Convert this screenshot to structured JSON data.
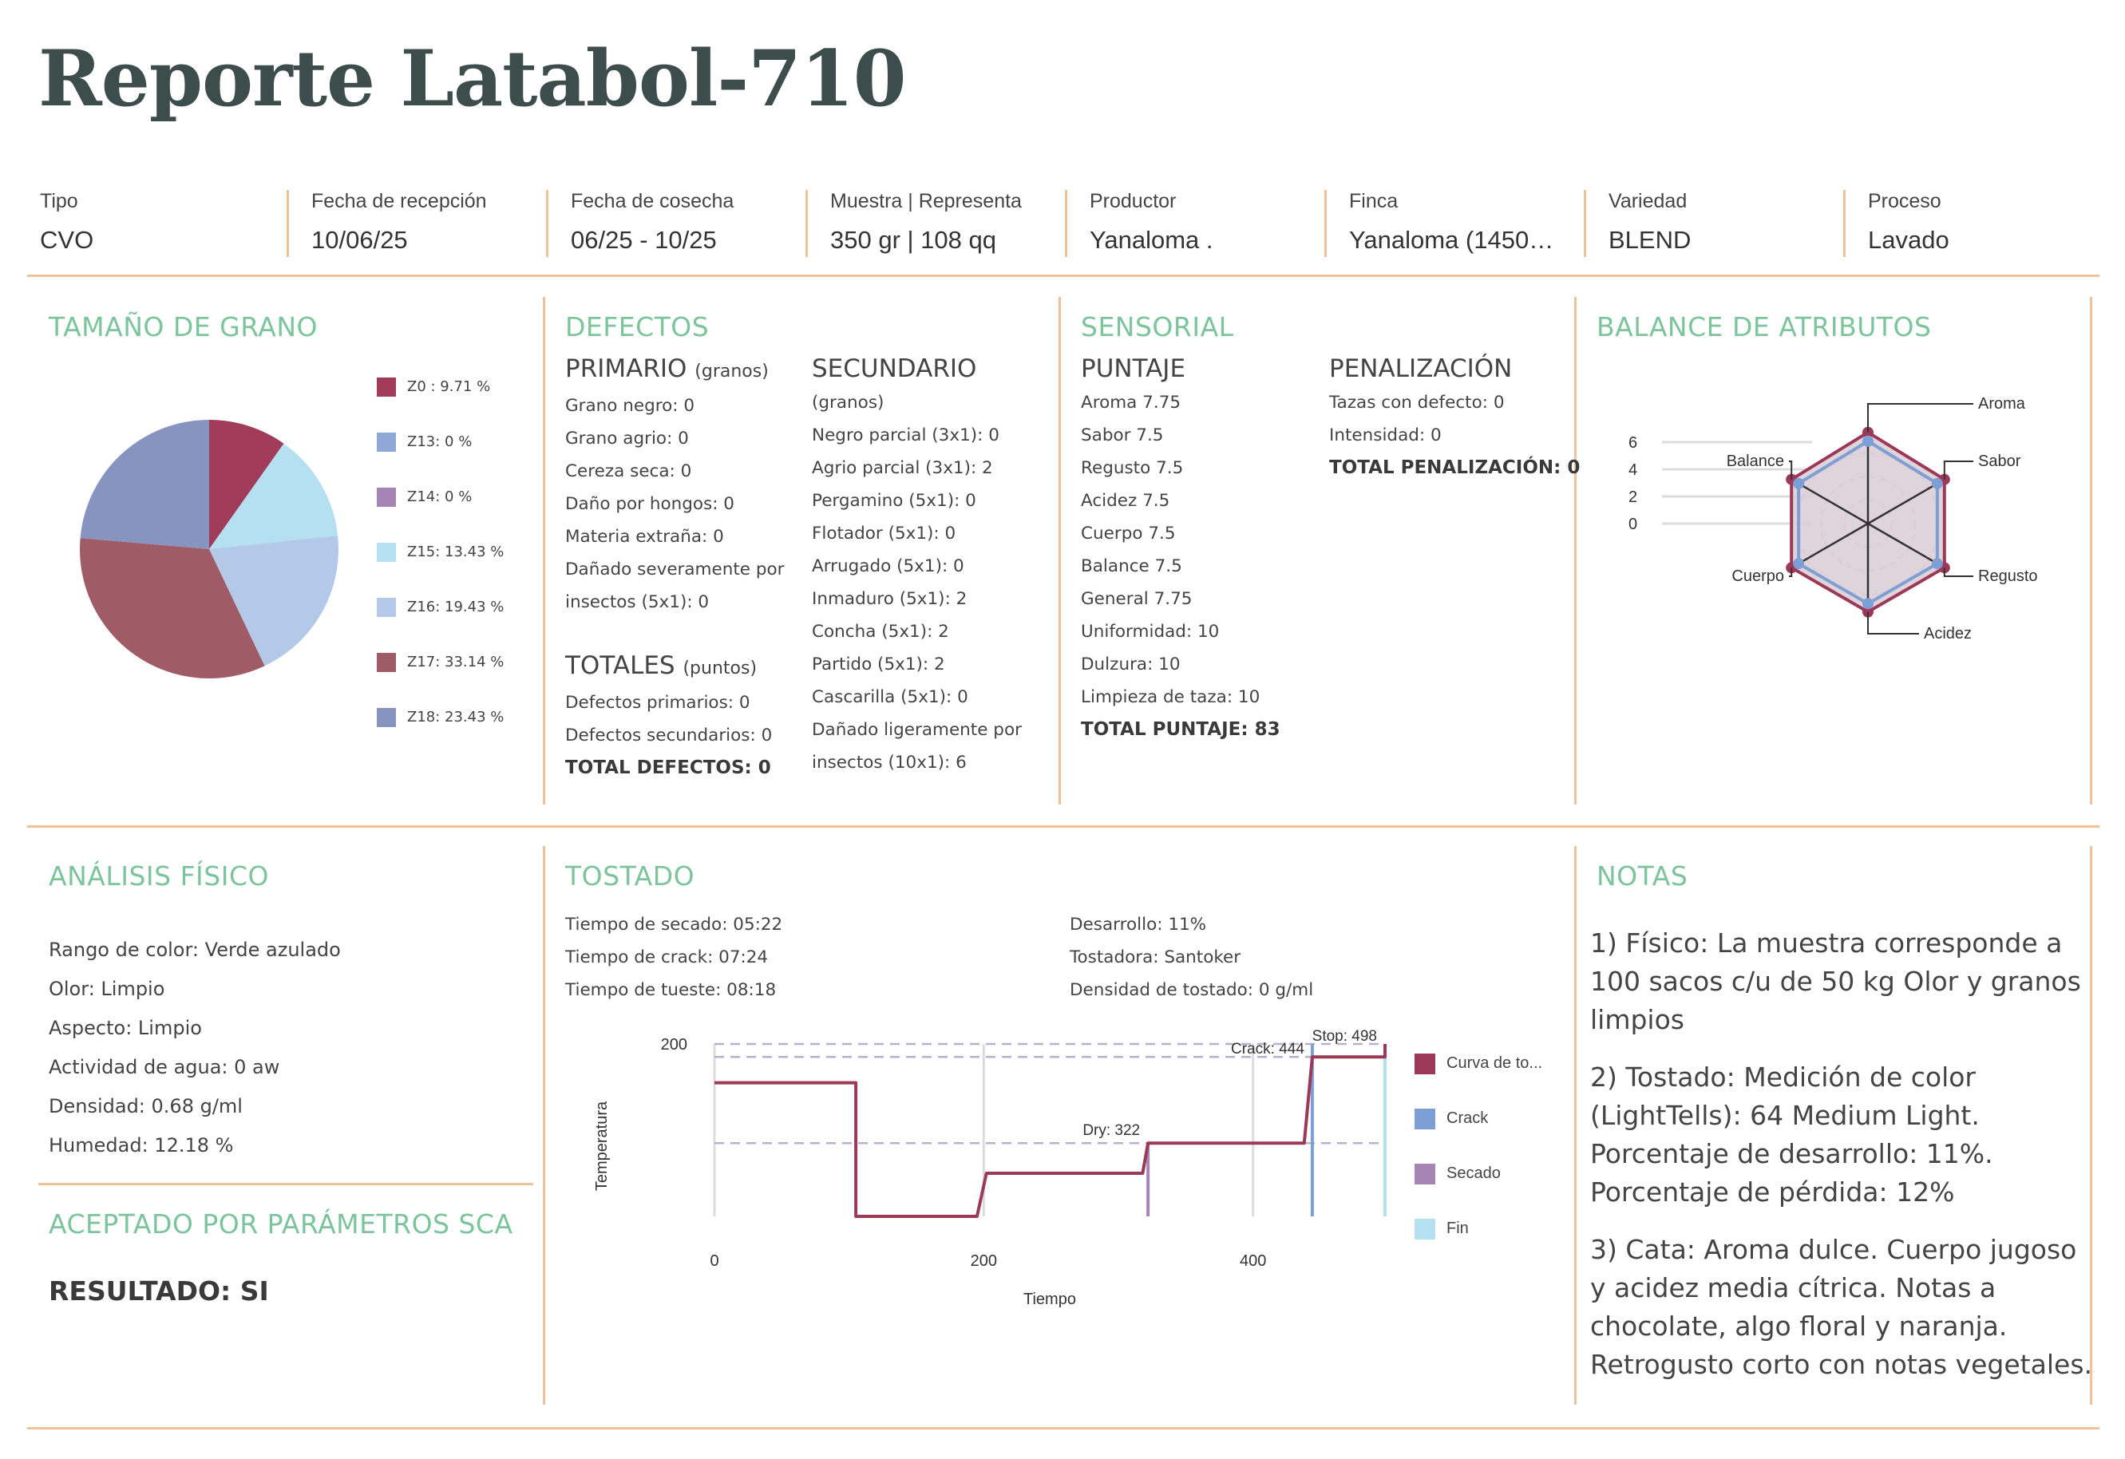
{
  "title": "Reporte Latabol-710",
  "info": [
    {
      "label": "Tipo",
      "value": "CVO"
    },
    {
      "label": "Fecha de recepción",
      "value": "10/06/25"
    },
    {
      "label": "Fecha de cosecha",
      "value": "06/25 - 10/25"
    },
    {
      "label": "Muestra | Representa",
      "value": "350 gr | 108 qq"
    },
    {
      "label": "Productor",
      "value": "Yanaloma ."
    },
    {
      "label": "Finca",
      "value": "Yanaloma (1450…"
    },
    {
      "label": "Variedad",
      "value": "BLEND"
    },
    {
      "label": "Proceso",
      "value": "Lavado"
    }
  ],
  "grain": {
    "title": "TAMAÑO  DE GRANO",
    "legend": [
      "Z0 : 9.71 %",
      "Z13: 0 %",
      "Z14: 0 %",
      "Z15: 13.43 %",
      "Z16: 19.43 %",
      "Z17: 33.14 %",
      "Z18: 23.43 %"
    ],
    "values": [
      9.71,
      0,
      0,
      13.43,
      19.43,
      33.14,
      23.43
    ],
    "colors": [
      "#a03c5a",
      "#8ea8d8",
      "#a684b4",
      "#b4e0f2",
      "#b4c8e8",
      "#a05c66",
      "#8894c0"
    ]
  },
  "defects": {
    "title": "DEFECTOS",
    "primary_title": "PRIMARIO",
    "primary_unit": "(granos)",
    "primary": [
      "Grano negro: 0",
      "Grano agrio: 0",
      "Cereza seca: 0",
      "Daño por hongos: 0",
      "Materia extraña: 0",
      "Dañado severamente por",
      "insectos (5x1): 0"
    ],
    "secondary_title": "SECUNDARIO",
    "secondary_unit": "(granos)",
    "secondary": [
      "Negro parcial (3x1): 0",
      "Agrio parcial (3x1): 2",
      "Pergamino (5x1): 0",
      "Flotador (5x1): 0",
      "Arrugado (5x1): 0",
      "Inmaduro (5x1): 2",
      "Concha (5x1): 2",
      "Partido (5x1): 2",
      "Cascarilla (5x1): 0",
      "Dañado ligeramente por",
      "insectos (10x1): 6"
    ],
    "totals_title": "TOTALES",
    "totals_unit": "(puntos)",
    "totals": [
      "Defectos primarios: 0",
      "Defectos secundarios: 0"
    ],
    "totals_bold": "TOTAL  DEFECTOS: 0"
  },
  "sensory": {
    "title": "SENSORIAL",
    "score_title": "PUNTAJE",
    "scores": [
      "Aroma 7.75",
      "Sabor 7.5",
      "Regusto 7.5",
      "Acidez 7.5",
      "Cuerpo 7.5",
      "Balance 7.5",
      "General 7.75",
      "Uniformidad: 10",
      "Dulzura: 10",
      "Limpieza de taza: 10"
    ],
    "score_total": "TOTAL  PUNTAJE: 83",
    "penalty_title": "PENALIZACIÓN",
    "penalties": [
      "Tazas con defecto: 0",
      "Intensidad: 0"
    ],
    "penalty_total": "TOTAL  PENALIZACIÓN: 0"
  },
  "balance": {
    "title": "BALANCE  DE ATRIBUTOS",
    "axes": [
      "Aroma",
      "Sabor",
      "Regusto",
      "Acidez",
      "Cuerpo",
      "Balance"
    ],
    "ticks": [
      "6",
      "4",
      "2",
      "0"
    ],
    "series_a": [
      7.75,
      7.5,
      7.5,
      7.5,
      7.5,
      7.5
    ],
    "series_b": [
      7.0,
      6.8,
      6.8,
      6.8,
      6.8,
      6.8
    ],
    "color_a": "#9c3858",
    "color_b": "#7e9ed6"
  },
  "physical": {
    "title": "ANÁLISIS  FÍSICO",
    "items": [
      "Rango de color: Verde azulado",
      "Olor:  Limpio",
      "Aspecto:  Limpio",
      "Actividad de agua: 0 aw",
      "Densidad: 0.68 g/ml",
      "Humedad: 12.18 %"
    ]
  },
  "sca": {
    "title": "ACEPTADO  POR  PARÁMETROS SCA",
    "result": "RESULTADO: SI"
  },
  "roast": {
    "title": "TOSTADO",
    "left": [
      "Tiempo de secado: 05:22",
      "Tiempo de crack: 07:24",
      "Tiempo de tueste: 08:18"
    ],
    "right": [
      "Desarrollo: 11%",
      "Tostadora: Santoker",
      "Densidad de tostado: 0 g/ml"
    ]
  },
  "chart_data": {
    "type": "line",
    "xlabel": "Tiempo",
    "ylabel": "Temperatura",
    "xlim": [
      0,
      498
    ],
    "ylim": [
      0,
      200
    ],
    "xticks": [
      0,
      200,
      400
    ],
    "yticks": [
      200
    ],
    "series": [
      {
        "name": "Curva de to...",
        "x": [
          0,
          105,
          105,
          195,
          202,
          318,
          322,
          438,
          444,
          498,
          498
        ],
        "y": [
          155,
          155,
          0,
          0,
          50,
          50,
          85,
          85,
          185,
          185,
          200
        ]
      }
    ],
    "markers": [
      {
        "name": "Crack",
        "x": 444,
        "label": "Crack: 444"
      },
      {
        "name": "Secado",
        "x": 322,
        "label": "Dry: 322"
      },
      {
        "name": "Fin",
        "x": 498,
        "label": "Stop: 498"
      }
    ],
    "hlines": [
      200,
      185,
      85
    ],
    "legend": [
      "Curva de to...",
      "Crack",
      "Secado",
      "Fin"
    ],
    "colors": [
      "#9c3858",
      "#7e9ed6",
      "#a684b4",
      "#b4e0f2"
    ]
  },
  "notes": {
    "title": "NOTAS",
    "items": [
      "1) Físico:  La muestra corresponde a 100 sacos c/u de 50 kg Olor y granos limpios",
      "2) Tostado:  Medición de color (LightTells): 64  Medium  Light. Porcentaje de desarrollo: 11%.  Porcentaje de pérdida: 12%",
      "3) Cata: Aroma dulce. Cuerpo jugoso y acidez media cítrica.  Notas a chocolate, algo floral y naranja.  Retrogusto corto con notas vegetales."
    ]
  }
}
